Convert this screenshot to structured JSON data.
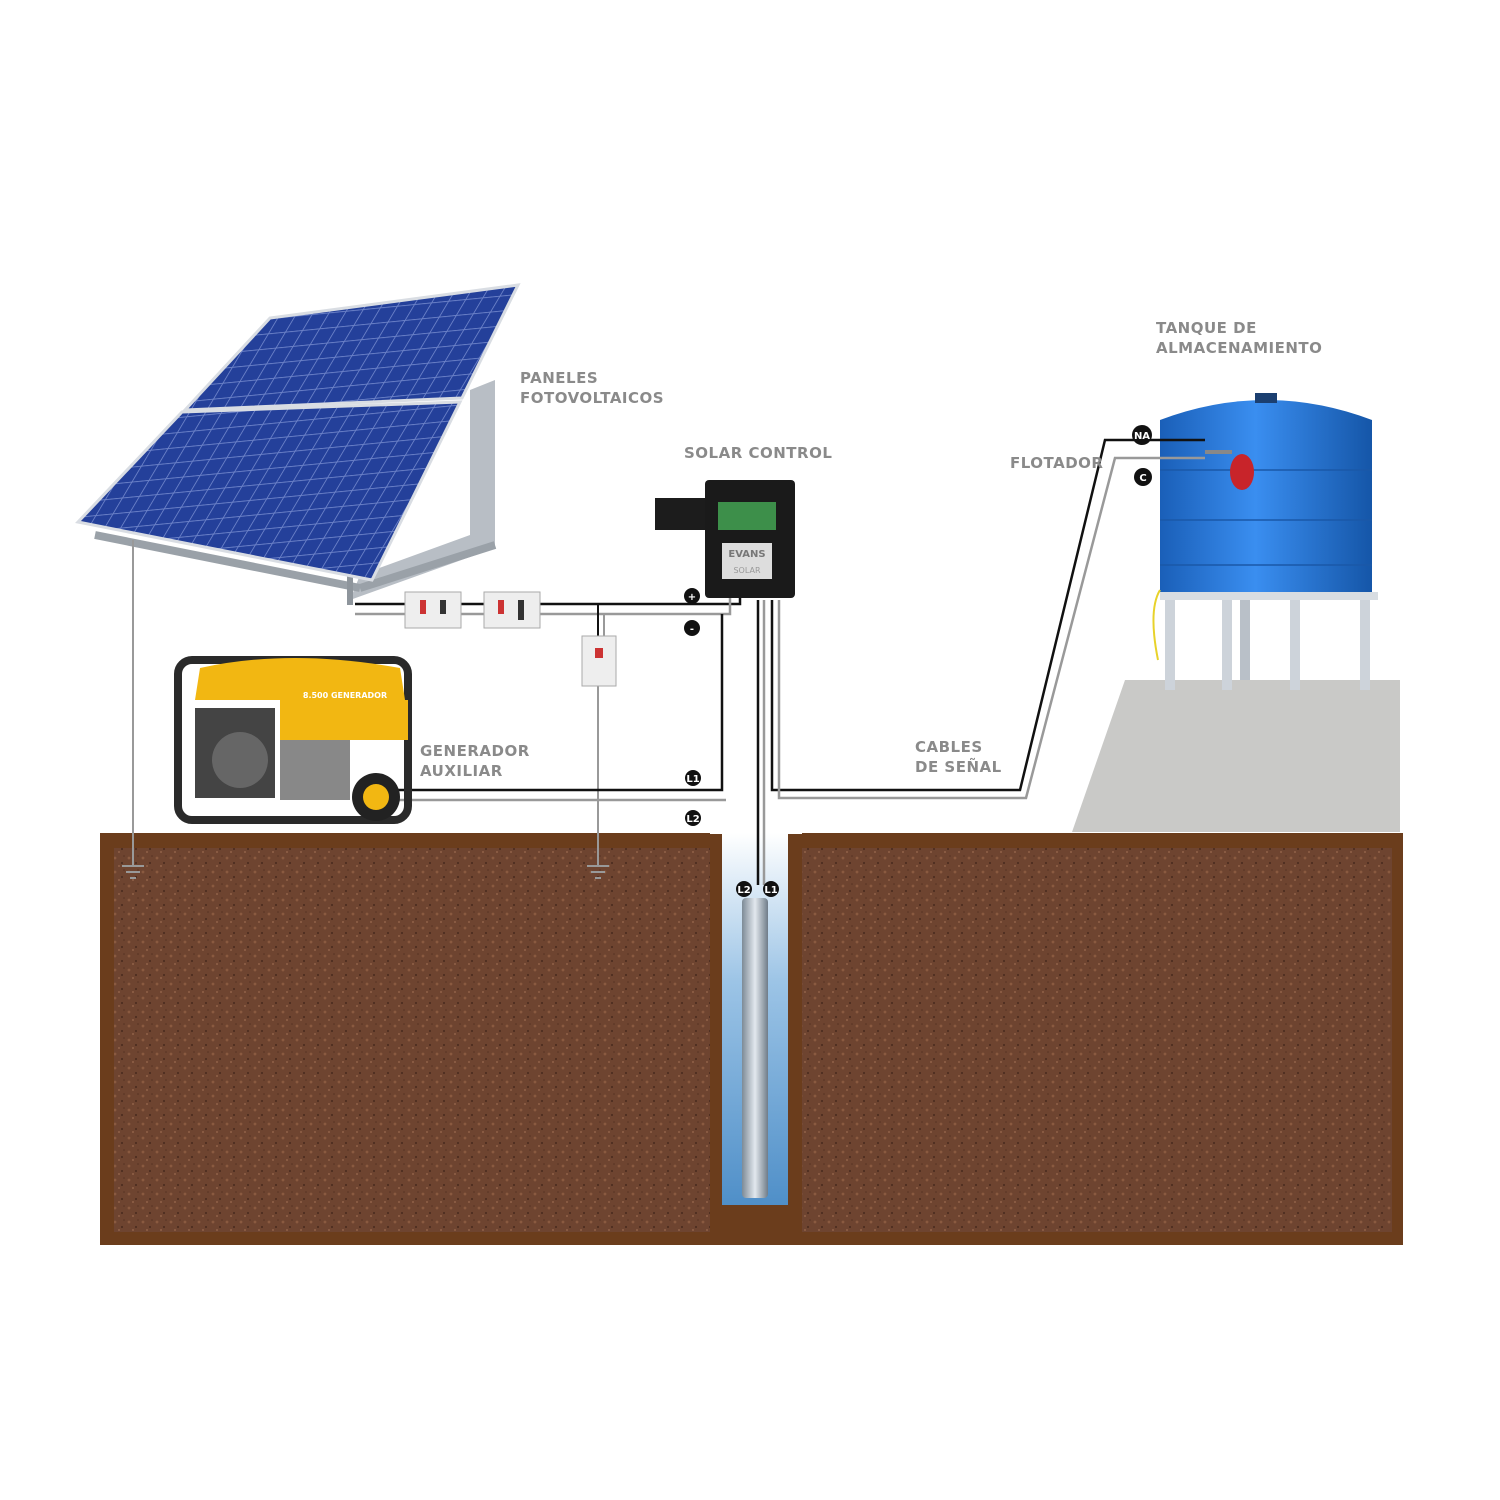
{
  "labels": {
    "panels": [
      "PANELES",
      "FOTOVOLTAICOS"
    ],
    "controller": "SOLAR CONTROL",
    "tank": [
      "TANQUE DE",
      "ALMACENAMIENTO"
    ],
    "float": "FLOTADOR",
    "generator": [
      "GENERADOR",
      "AUXILIAR"
    ],
    "signal_cables": [
      "CABLES",
      "DE SEÑAL"
    ]
  },
  "terminals": {
    "plus": "+",
    "minus": "-",
    "gen_l1": "L1",
    "gen_l2": "L2",
    "pump_l2": "L2",
    "pump_l1": "L1",
    "float_na": "NA",
    "float_c": "C"
  },
  "logos": {
    "controller_brand": "EVANS",
    "controller_model": "SOLAR",
    "generator_model": "8.500 GENERADOR"
  },
  "colors": {
    "soil": "#6e4430",
    "soil_border": "#6b3d1c",
    "panel": "#24409a",
    "tank": "#1f6fd0",
    "generator": "#f2b712",
    "water": "#7fb2de",
    "label": "#8a8a8a"
  }
}
